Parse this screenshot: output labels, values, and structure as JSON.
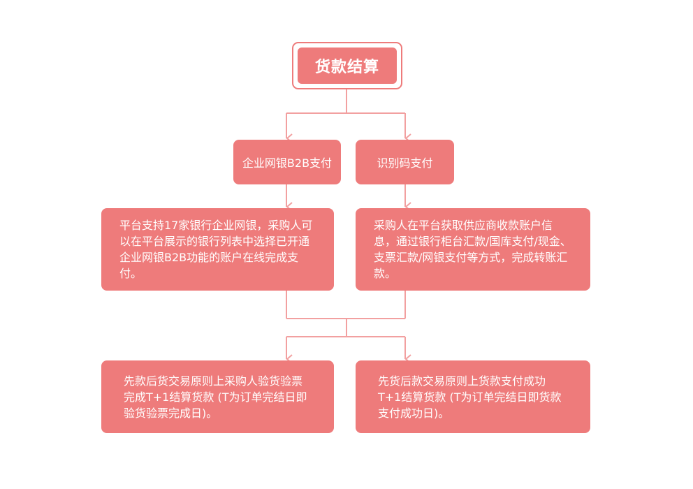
{
  "diagram": {
    "title": "货款结算",
    "branches": [
      {
        "label": "企业网银B2B支付",
        "description": "平台支持17家银行企业网银，采购人可以在平台展示的银行列表中选择已开通企业网银B2B功能的账户在线完成支付。"
      },
      {
        "label": "识别码支付",
        "description": "采购人在平台获取供应商收款账户信息，通过银行柜台汇款/国库支付/现金、支票汇款/网银支付等方式，完成转账汇款。"
      }
    ],
    "results": [
      "先款后货交易原则上采购人验货验票完成T+1结算货款 (T为订单完结日即验货验票完成日)。",
      "先货后款交易原则上货款支付成功T+1结算货款 (T为订单完结日即货款支付成功日)。"
    ]
  },
  "colors": {
    "node_fill": "#ee7b7b",
    "connector": "#f2a0a0",
    "text": "#ffffff"
  }
}
